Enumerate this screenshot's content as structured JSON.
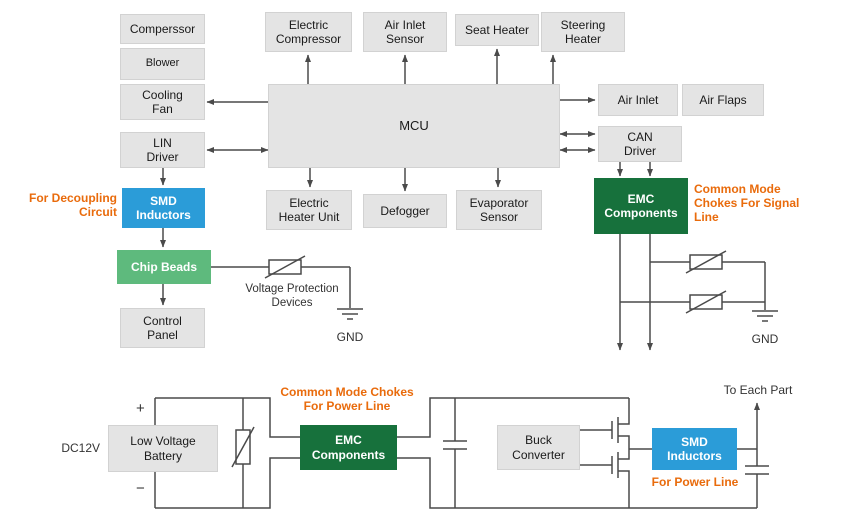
{
  "top": {
    "compressor": "Comperssor",
    "blower": "Blower",
    "cooling_fan": "Cooling Fan",
    "lin_driver": "LIN Driver",
    "smd_inductors": "SMD Inductors",
    "chip_beads": "Chip Beads",
    "control_panel": "Control Panel",
    "mcu": "MCU",
    "electric_compressor": "Electric Compressor",
    "air_inlet_sensor": "Air Inlet Sensor",
    "seat_heater": "Seat Heater",
    "steering_heater": "Steering Heater",
    "electric_heater_unit": "Electric Heater Unit",
    "defogger": "Defogger",
    "evaporator_sensor": "Evaporator Sensor",
    "air_inlet": "Air Inlet",
    "air_flaps": "Air Flaps",
    "can_driver": "CAN Driver",
    "emc_components": "EMC Components",
    "for_decoupling_circuit": "For Decoupling Circuit",
    "common_mode_chokes_signal": "Common Mode Chokes For Signal Line",
    "voltage_protection_devices": "Voltage Protection Devices",
    "gnd_left": "GND",
    "gnd_right": "GND"
  },
  "bottom": {
    "dc12v": "DC12V",
    "plus": "+",
    "minus": "−",
    "low_voltage_battery": "Low Voltage Battery",
    "common_mode_chokes_power": "Common Mode Chokes For Power Line",
    "emc_components": "EMC Components",
    "buck_converter": "Buck Converter",
    "smd_inductors": "SMD Inductors",
    "for_power_line": "For Power Line",
    "to_each_part": "To Each Part"
  },
  "colors": {
    "box_gray": "#e4e4e4",
    "smd_blue": "#2b9cd8",
    "chip_beads_green": "#5eba7d",
    "emc_green": "#17713c",
    "accent_orange": "#e96b0c",
    "wire": "#4a4a4a"
  }
}
